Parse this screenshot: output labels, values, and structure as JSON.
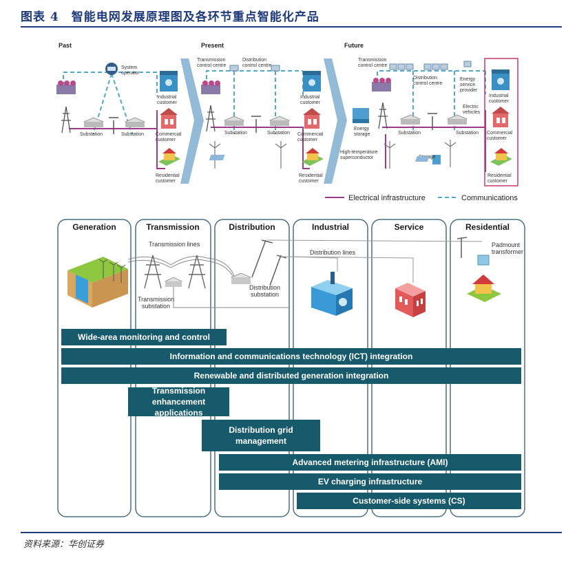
{
  "header": {
    "title": "图表 4　智能电网发展原理图及各环节重点智能化产品"
  },
  "top_diagram": {
    "eras": [
      "Past",
      "Present",
      "Future"
    ],
    "labels": {
      "system_operator": [
        "System",
        "operator"
      ],
      "substation": "Substation",
      "industrial_customer": [
        "Industrial",
        "customer"
      ],
      "commercial_customer": [
        "Commercial",
        "customer"
      ],
      "residential_customer": [
        "Residential",
        "customer"
      ],
      "transmission_control_centre": [
        "Transmission",
        "control centre"
      ],
      "distribution_control_centre": [
        "Distribution",
        "control centre"
      ],
      "energy_storage": [
        "Energy",
        "storage"
      ],
      "high_temp_superconductor": [
        "High-temperature",
        "superconductor"
      ],
      "energy_service_provider": [
        "Energy",
        "service",
        "provider"
      ],
      "electric_vehicles": [
        "Electric",
        "vehicles"
      ],
      "storage": "Storage"
    },
    "legend": {
      "electrical": "Electrical infrastructure",
      "communications": "Communications"
    }
  },
  "bottom_diagram": {
    "columns": [
      "Generation",
      "Transmission",
      "Distribution",
      "Industrial",
      "Service",
      "Residential"
    ],
    "labels": {
      "transmission_lines": "Transmission lines",
      "distribution_lines": "Distribution lines",
      "padmount_transformer": [
        "Padmount",
        "transformer"
      ],
      "distribution_substation": [
        "Distribution",
        "substation"
      ],
      "transmission_substation": [
        "Transmission",
        "substation"
      ]
    },
    "categories": [
      "Wide-area monitoring and control",
      "Information and communications technology (ICT) integration",
      "Renewable and distributed generation integration",
      "Transmission enhancement applications",
      "Distribution grid management",
      "Advanced metering infrastructure (AMI)",
      "EV charging infrastructure",
      "Customer-side systems (CS)"
    ]
  },
  "colors": {
    "accent": "#1f3a7a",
    "bar": "#175a6c",
    "electrical": "#9b3a8a",
    "communications": "#4fa9c4"
  },
  "footer": {
    "source": "资料来源：华创证券"
  }
}
